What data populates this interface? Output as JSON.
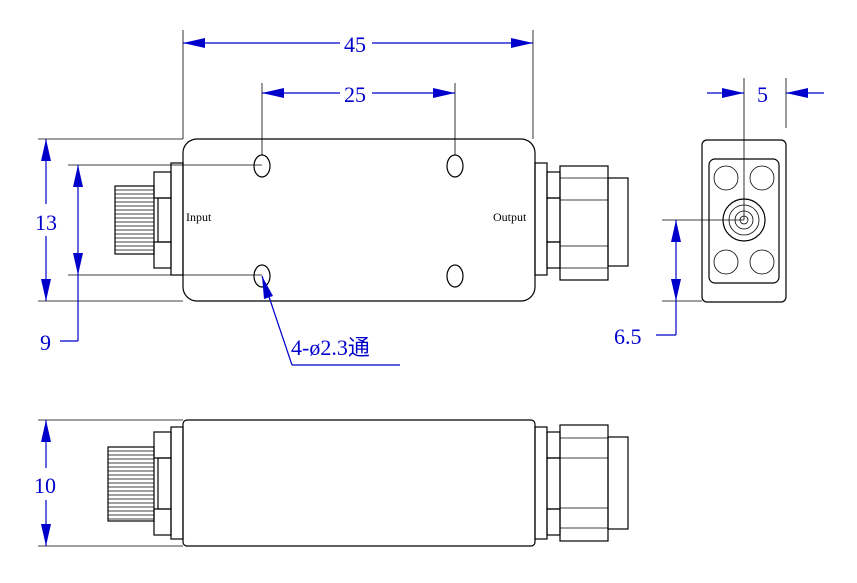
{
  "labels": {
    "input": "Input",
    "output": "Output"
  },
  "dimensions": {
    "overall_length": "45",
    "hole_spacing": "25",
    "body_height": "13",
    "connector_height": "9",
    "hole_callout": "4-ø2.3通",
    "thickness": "10",
    "end_offset": "5",
    "center_height": "6.5"
  },
  "colors": {
    "dimension": "#0000cc",
    "outline": "#000000"
  }
}
